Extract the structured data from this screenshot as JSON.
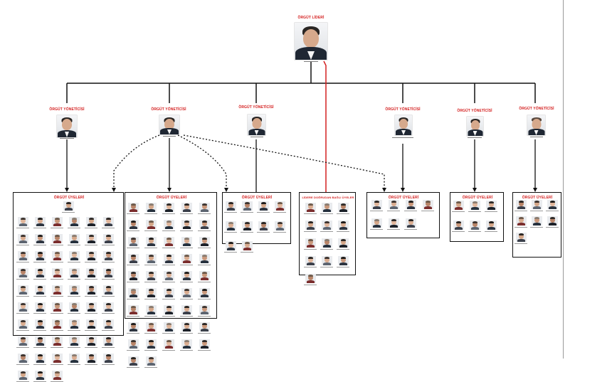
{
  "root": {
    "title": "ÖRGÜT LİDERİ"
  },
  "managers": [
    {
      "title": "ÖRGÜT YÖNETİCİSİ"
    },
    {
      "title": "ÖRGÜT YÖNETİCİSİ"
    },
    {
      "title": "ÖRGÜT YÖNETİCİSİ"
    },
    {
      "title": "ÖRGÜT YÖNETİCİSİ"
    },
    {
      "title": "ÖRGÜT YÖNETİCİSİ"
    },
    {
      "title": "ÖRGÜT YÖNETİCİSİ"
    }
  ],
  "groups": [
    {
      "title": "ÖRGÜT ÜYELERİ",
      "members": 58
    },
    {
      "title": "ÖRGÜT ÜYELERİ",
      "members": 47
    },
    {
      "title": "ÖRGÜT ÜYELERİ",
      "members": 10
    },
    {
      "title": "LİDERE DOĞRUDAN BAĞLI ÜYELER",
      "members": 13
    },
    {
      "title": "ÖRGÜT ÜYELERİ",
      "members": 7
    },
    {
      "title": "ÖRGÜT ÜYELERİ",
      "members": 6
    },
    {
      "title": "ÖRGÜT ÜYELERİ",
      "members": 7
    }
  ],
  "colors": {
    "title_red": "#d42020",
    "line": "#111111",
    "leader_link": "#d42020"
  }
}
